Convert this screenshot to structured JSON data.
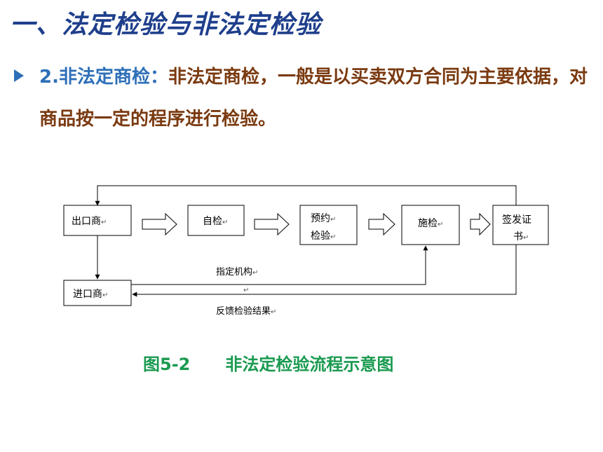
{
  "title": "一、法定检验与非法定检验",
  "point": {
    "label": "2.非法定商检：",
    "text": "非法定商检，一般是以买卖双方合同为主要依据，对商品按一定的程序进行检验。"
  },
  "diagram": {
    "nodes": [
      {
        "id": "exporter",
        "lines": [
          "出口商"
        ]
      },
      {
        "id": "self_check",
        "lines": [
          "自检"
        ]
      },
      {
        "id": "appointment",
        "lines": [
          "预约",
          "检验"
        ]
      },
      {
        "id": "inspection",
        "lines": [
          "施检"
        ]
      },
      {
        "id": "certificate",
        "lines": [
          "签发证",
          "书"
        ]
      },
      {
        "id": "importer",
        "lines": [
          "进口商"
        ]
      }
    ],
    "edge_labels": {
      "designate": "指定机构",
      "feedback": "反馈检验结果"
    },
    "para_mark": "↵"
  },
  "caption": {
    "number": "图5-2",
    "text": "非法定检验流程示意图"
  },
  "colors": {
    "title": "#1f3f8c",
    "label": "#2e6fb8",
    "body_text": "#7a3a10",
    "caption": "#1a9a50"
  }
}
